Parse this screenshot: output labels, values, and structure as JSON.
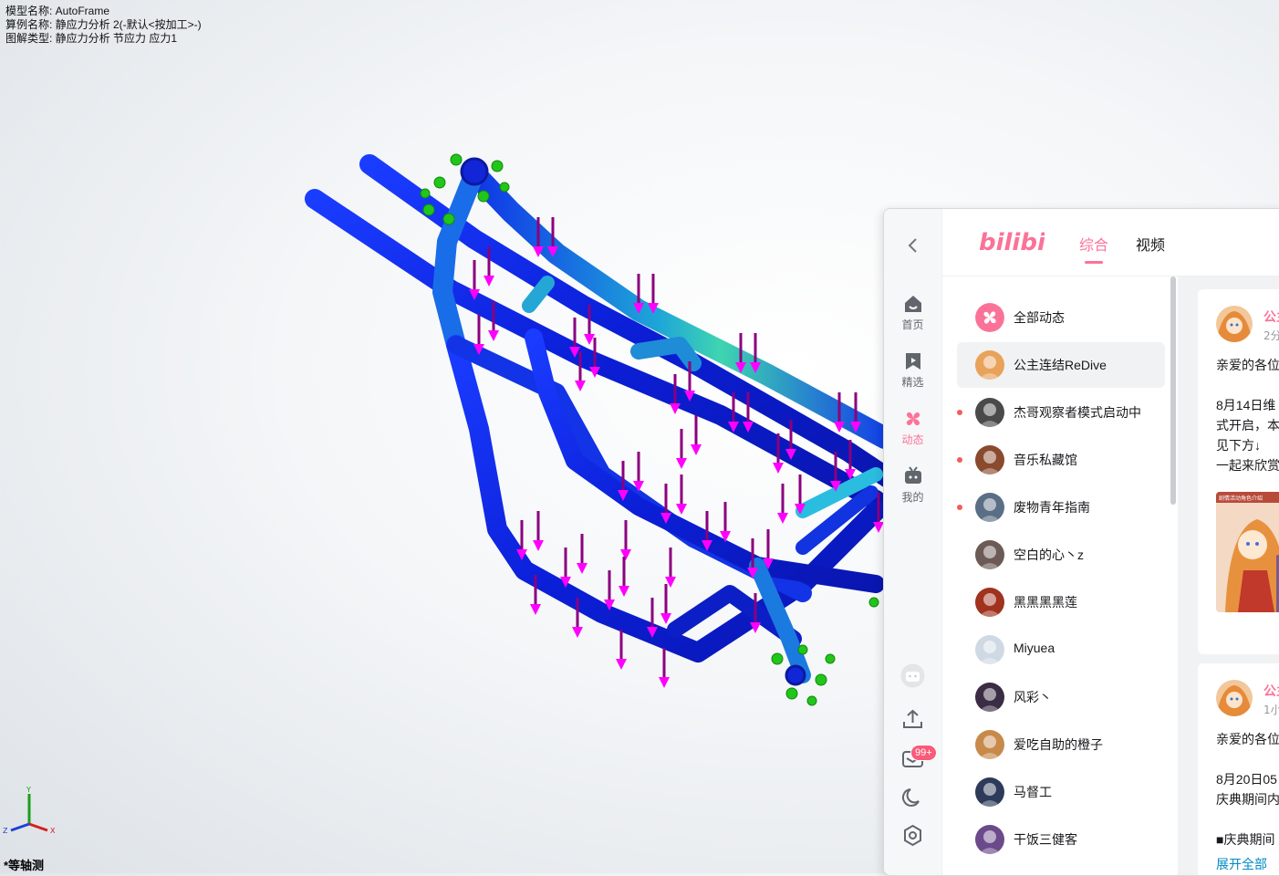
{
  "cad": {
    "model_line": "模型名称: AutoFrame",
    "study_line": "算例名称: 静应力分析 2(-默认<按加工>-)",
    "plot_line": "图解类型: 静应力分析 节应力 应力1",
    "view_name": "*等轴测",
    "triad": {
      "x": "X",
      "y": "Y",
      "z": "Z"
    }
  },
  "bili": {
    "back_icon": "chevron-left-icon",
    "logo_text": "bilibili",
    "tabs": [
      {
        "label": "综合",
        "active": true
      },
      {
        "label": "视频",
        "active": false
      }
    ],
    "nav": [
      {
        "label": "首页",
        "icon": "home-icon"
      },
      {
        "label": "精选",
        "icon": "bookmark-icon"
      },
      {
        "label": "动态",
        "icon": "pinwheel-icon",
        "active": true
      },
      {
        "label": "我的",
        "icon": "tv-icon"
      }
    ],
    "tools": [
      "avatar-icon",
      "upload-icon",
      "message-icon",
      "night-mode-icon",
      "settings-icon"
    ],
    "message_badge": "99+",
    "up_list": [
      {
        "name": "全部动态",
        "dot": false,
        "selected": false,
        "color": "#fb7299"
      },
      {
        "name": "公主连结ReDive",
        "dot": false,
        "selected": true,
        "color": "#e8a25a"
      },
      {
        "name": "杰哥观察者模式启动中",
        "dot": true,
        "selected": false,
        "color": "#4a4a4a"
      },
      {
        "name": "音乐私藏馆",
        "dot": true,
        "selected": false,
        "color": "#8a4a2e"
      },
      {
        "name": "废物青年指南",
        "dot": true,
        "selected": false,
        "color": "#5a6e86"
      },
      {
        "name": "空白的心丶z",
        "dot": false,
        "selected": false,
        "color": "#6b5a55"
      },
      {
        "name": "黑黑黑黑莲",
        "dot": false,
        "selected": false,
        "color": "#a0321e"
      },
      {
        "name": "Miyuea",
        "dot": false,
        "selected": false,
        "color": "#cfd9e4"
      },
      {
        "name": "风彩丶",
        "dot": false,
        "selected": false,
        "color": "#3a2c44"
      },
      {
        "name": "爱吃自助的橙子",
        "dot": false,
        "selected": false,
        "color": "#c78a4a"
      },
      {
        "name": "马督工",
        "dot": false,
        "selected": false,
        "color": "#2d3a5a"
      },
      {
        "name": "干饭三健客",
        "dot": false,
        "selected": false,
        "color": "#6a4a8a"
      }
    ],
    "cards": [
      {
        "author": "公主",
        "time": "2分",
        "lines": [
          "亲爱的各位",
          "",
          "8月14日维",
          "式开启，本",
          "见下方↓",
          "一起来欣赏"
        ],
        "image_caption": "剧情活动角色介绍"
      },
      {
        "author": "公主",
        "time": "1小",
        "lines": [
          "亲爱的各位",
          "",
          "8月20日05",
          "庆典期间内",
          "",
          "■庆典期间"
        ],
        "expand": "展开全部"
      }
    ]
  }
}
